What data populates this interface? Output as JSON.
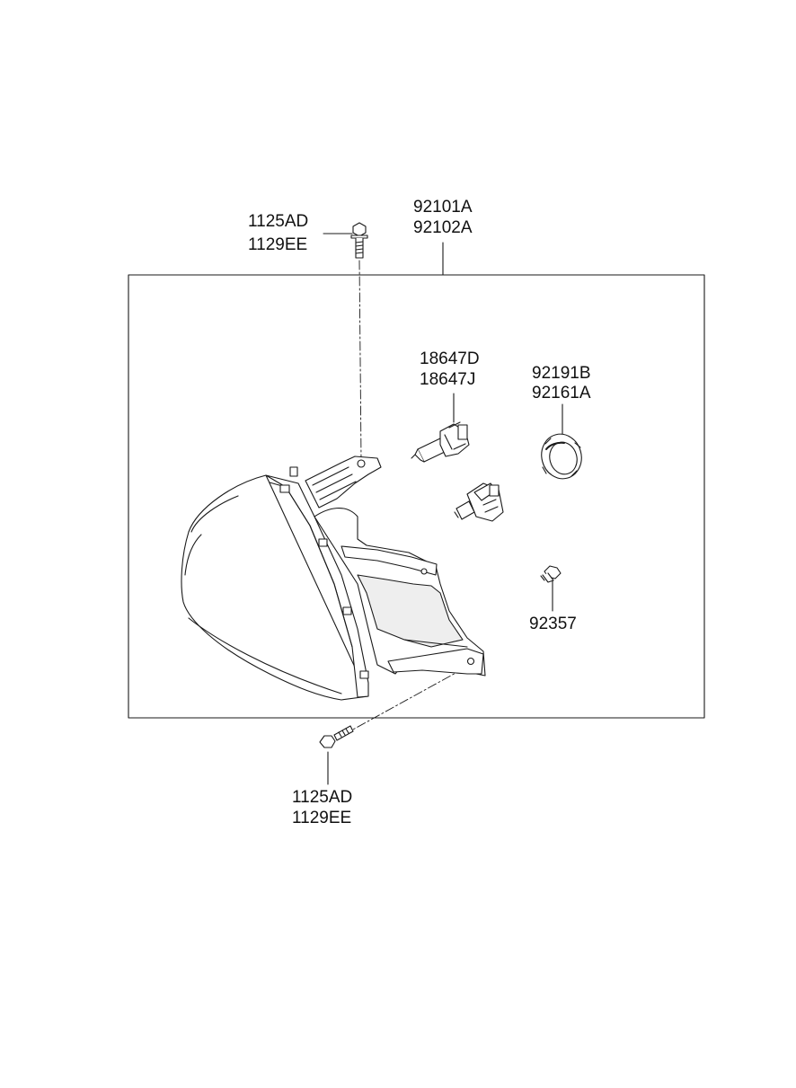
{
  "labels": {
    "bolt_top": [
      "1125AD",
      "1129EE"
    ],
    "assembly": [
      "92101A",
      "92102A"
    ],
    "bulb_main": [
      "18647D",
      "18647J"
    ],
    "socket": [
      "92191B",
      "92161A"
    ],
    "screw": [
      "92357"
    ],
    "bolt_bottom": [
      "1125AD",
      "1129EE"
    ]
  }
}
